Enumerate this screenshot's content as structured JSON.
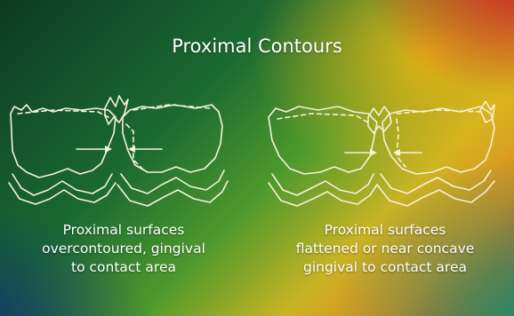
{
  "slide": {
    "title": "Proximal Contours",
    "left_caption": [
      "Proximal surfaces",
      "overcontoured, gingival",
      "to contact area"
    ],
    "right_caption": [
      "Proximal surfaces",
      "flattened or near concave",
      "gingival to contact area"
    ]
  },
  "colors": {
    "drawing_stroke": "#f6f1d8",
    "text": "#ffffff",
    "background_corners": [
      "#0a2878",
      "#c33a1e",
      "#f5b414",
      "#0c3a22"
    ]
  }
}
